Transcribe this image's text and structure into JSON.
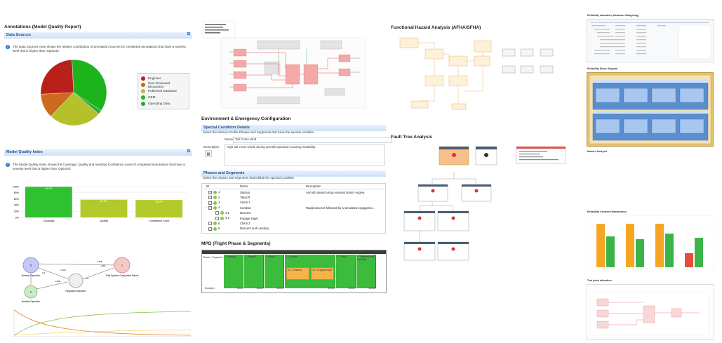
{
  "annotations": {
    "title": "Annotations (Model Quality Report)",
    "data_sources": {
      "section_title": "Data Sources",
      "description": "The Data Sources chart shows the relative contribution of annotation sources for completed annotations that have a severity level that is higher than 'Optional'.",
      "legend": [
        {
          "label": "Engineer",
          "color": "#b8201a"
        },
        {
          "label": "Peer Reviewed Discussion",
          "color": "#cc6b1f"
        },
        {
          "label": "Published Database",
          "color": "#b5c12b"
        },
        {
          "label": "OEM",
          "color": "#2eaa3c"
        },
        {
          "label": "Operating Data",
          "color": "#1db31d"
        }
      ]
    },
    "model_quality": {
      "section_title": "Model Quality Index",
      "description": "The Model Quality Index shows the Coverage, Quality and resulting Confidence Level of completed annotations that have a severity level that is higher than 'Optional'."
    }
  },
  "chart_data": [
    {
      "type": "pie",
      "categories": [
        "Engineer",
        "Peer Reviewed Discussion",
        "Published Database",
        "OEM",
        "Operating Data"
      ],
      "values": [
        25,
        12,
        26,
        2,
        35
      ],
      "colors": [
        "#b8201a",
        "#cc6b1f",
        "#b5c12b",
        "#2eaa3c",
        "#1db31d"
      ],
      "title": "",
      "legend": "right"
    },
    {
      "type": "bar",
      "categories": [
        "Coverage",
        "Quality",
        "Confidence Level"
      ],
      "values": [
        99.2,
        57.6,
        56.6
      ],
      "data_labels": [
        "99.2%",
        "57.6%",
        "56.6%"
      ],
      "y_ticks": [
        "100%",
        "80%",
        "60%",
        "40%",
        "20%",
        "0%"
      ],
      "ylim": [
        0,
        100
      ],
      "colors": [
        "#2fc12f",
        "#b3c92b",
        "#b3c92b"
      ],
      "grid": true
    }
  ],
  "markov": {
    "states": [
      {
        "id": "0",
        "label": "Nominal Operation",
        "color": "#c5c9f5",
        "stroke": "#7d86d8"
      },
      {
        "id": "1",
        "label": "Total System/ Component Failure",
        "color": "#f6c7c7",
        "stroke": "#d07777"
      },
      {
        "id": "2",
        "label": "Nominal Operation",
        "color": "#c8ecc8",
        "stroke": "#67b567"
      },
      {
        "id": "3",
        "label": "Degraded Operation",
        "color": "#eeeeee",
        "stroke": "#999999"
      }
    ],
    "rates": [
      "1,25E",
      "2,5E",
      "1,000",
      "1,25E",
      "3.3",
      "4.5"
    ]
  },
  "env": {
    "title": "Environment & Emergency Configuration",
    "special": {
      "section_title": "Special Condition Details",
      "instruction": "Select the Mission Profile Phases and Segments that have the special condition.",
      "name_label": "Name",
      "name_value": "Tail Cross wind",
      "desc_label": "Description",
      "desc_value": "High tail cross winds during aircraft operation causing instability."
    },
    "phases": {
      "section_title": "Phases and Segments",
      "instruction": "Select the phases and segments that inhibit this special condition",
      "columns": [
        "ID",
        "Name",
        "Description"
      ],
      "rows": [
        {
          "id": "1",
          "name": "Startup",
          "desc": "Aircraft started using external starter engine.",
          "checked": true,
          "expand": ""
        },
        {
          "id": "2",
          "name": "Takeoff",
          "desc": "",
          "checked": true,
          "expand": ""
        },
        {
          "id": "3",
          "name": "Climb 1",
          "desc": "",
          "checked": false,
          "expand": ""
        },
        {
          "id": "4",
          "name": "Combat",
          "desc": "Rapid descent followed by a simulated engageme...",
          "checked": true,
          "expand": "⌄"
        },
        {
          "id": "4.1",
          "name": "Descent",
          "desc": "",
          "checked": false,
          "expand": ""
        },
        {
          "id": "4.2",
          "name": "Engage taget",
          "desc": "",
          "checked": false,
          "expand": ""
        },
        {
          "id": "5",
          "name": "Climb 2",
          "desc": "",
          "checked": false,
          "expand": ""
        },
        {
          "id": "6",
          "name": "Descent and Landing",
          "desc": "",
          "checked": true,
          "expand": ""
        }
      ]
    }
  },
  "mpd": {
    "title": "MPD (Flight Phase & Segments)",
    "row_label": "Phase / Segment",
    "duration_label": "Duration",
    "phases": [
      "1. Startup",
      "2. Takeoff",
      "3. Climb 1",
      "4. Combat",
      "5. Climb 2",
      "6. Descent and Landing"
    ],
    "subsegments": [
      "4.1. Descent",
      "4.2. Engage taget"
    ],
    "durations": [
      "6min",
      "10sec",
      "10min",
      "30min",
      "10min",
      "10min"
    ]
  },
  "fha": {
    "title": "Functional Hazard Analysis (AFHA/SFHA)"
  },
  "fta": {
    "title": "Fault Tree Analysis"
  },
  "right": {
    "alloc_title": "Reliability allocation (Hardware Budgeting)",
    "rbd_title": "Reliability Block Diagram",
    "markov_title": "Markov Analysis",
    "rcm_title": "Reliability Centered Maintenance",
    "tpa_title": "Test point allocation",
    "rcm_chart": {
      "groups": 4,
      "colors": [
        "#f28c28",
        "#f5a623",
        "#3bb54a",
        "#e84c3d"
      ]
    }
  }
}
